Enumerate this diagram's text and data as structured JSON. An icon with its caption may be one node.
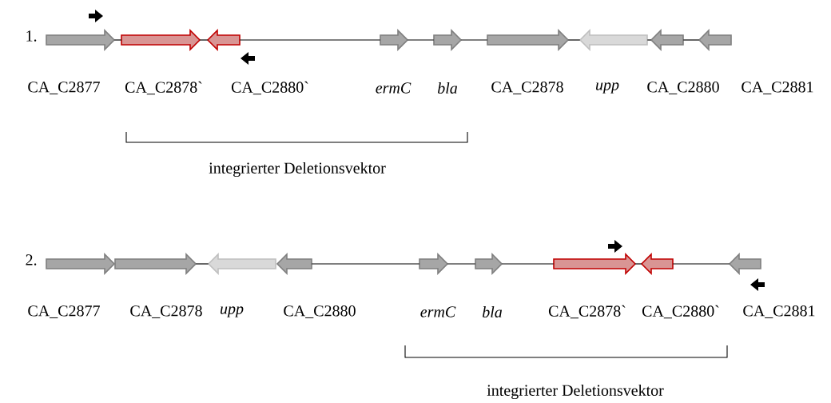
{
  "diagram": {
    "nodes": [
      {
        "text": [
          "CA_C2877"
        ]
      },
      {
        "text": [
          "CA_C2878`"
        ]
      },
      {
        "text": [
          "CA_C2880`"
        ]
      },
      {
        "text": [
          "ermC"
        ]
      },
      {
        "text": [
          "bla"
        ]
      },
      {
        "text": [
          "CA_C2878"
        ]
      },
      {
        "text": [
          "upp"
        ]
      },
      {
        "text": [
          "CA_C2880"
        ]
      },
      {
        "text": [
          "CA_C2881"
        ]
      },
      {
        "text": [
          "CA_C2877"
        ]
      },
      {
        "text": [
          "CA_C2878"
        ]
      },
      {
        "text": [
          "upp"
        ]
      },
      {
        "text": [
          "CA_C2880"
        ]
      },
      {
        "text": [
          "ermC"
        ]
      },
      {
        "text": [
          "bla"
        ]
      },
      {
        "text": [
          "CA_C2878`"
        ]
      },
      {
        "text": [
          "CA_C2880`"
        ]
      },
      {
        "text": [
          "CA_C2881"
        ]
      },
      {
        "text": [],
        "shape": "arrow"
      },
      {
        "text": [],
        "shape": "arrow"
      },
      {
        "text": [],
        "shape": "arrow"
      },
      {
        "text": [],
        "shape": "arrow"
      }
    ],
    "edges": [
      {
        "from": 0,
        "to": 1,
        "arrow": "none"
      },
      {
        "from": 1,
        "to": 2,
        "arrow": "none"
      },
      {
        "from": 2,
        "to": 3,
        "arrow": "none"
      },
      {
        "from": 3,
        "to": 4,
        "arrow": "none"
      },
      {
        "from": 4,
        "to": 5,
        "arrow": "none"
      },
      {
        "from": 5,
        "to": 6,
        "arrow": "none"
      },
      {
        "from": 6,
        "to": 7,
        "arrow": "none"
      },
      {
        "from": 7,
        "to": 8,
        "arrow": "none"
      },
      {
        "from": 10,
        "to": 11,
        "arrow": "none"
      },
      {
        "from": 12,
        "to": 13,
        "arrow": "none"
      },
      {
        "from": 13,
        "to": 14,
        "arrow": "none"
      },
      {
        "from": 14,
        "to": 15,
        "arrow": "none"
      },
      {
        "from": 15,
        "to": 16,
        "arrow": "none"
      },
      {
        "from": 16,
        "to": 17,
        "arrow": "none"
      }
    ],
    "labels": [
      "1.",
      "integrierter Deletionsvektor",
      "2.",
      "integrierter Deletionsvektor"
    ]
  }
}
